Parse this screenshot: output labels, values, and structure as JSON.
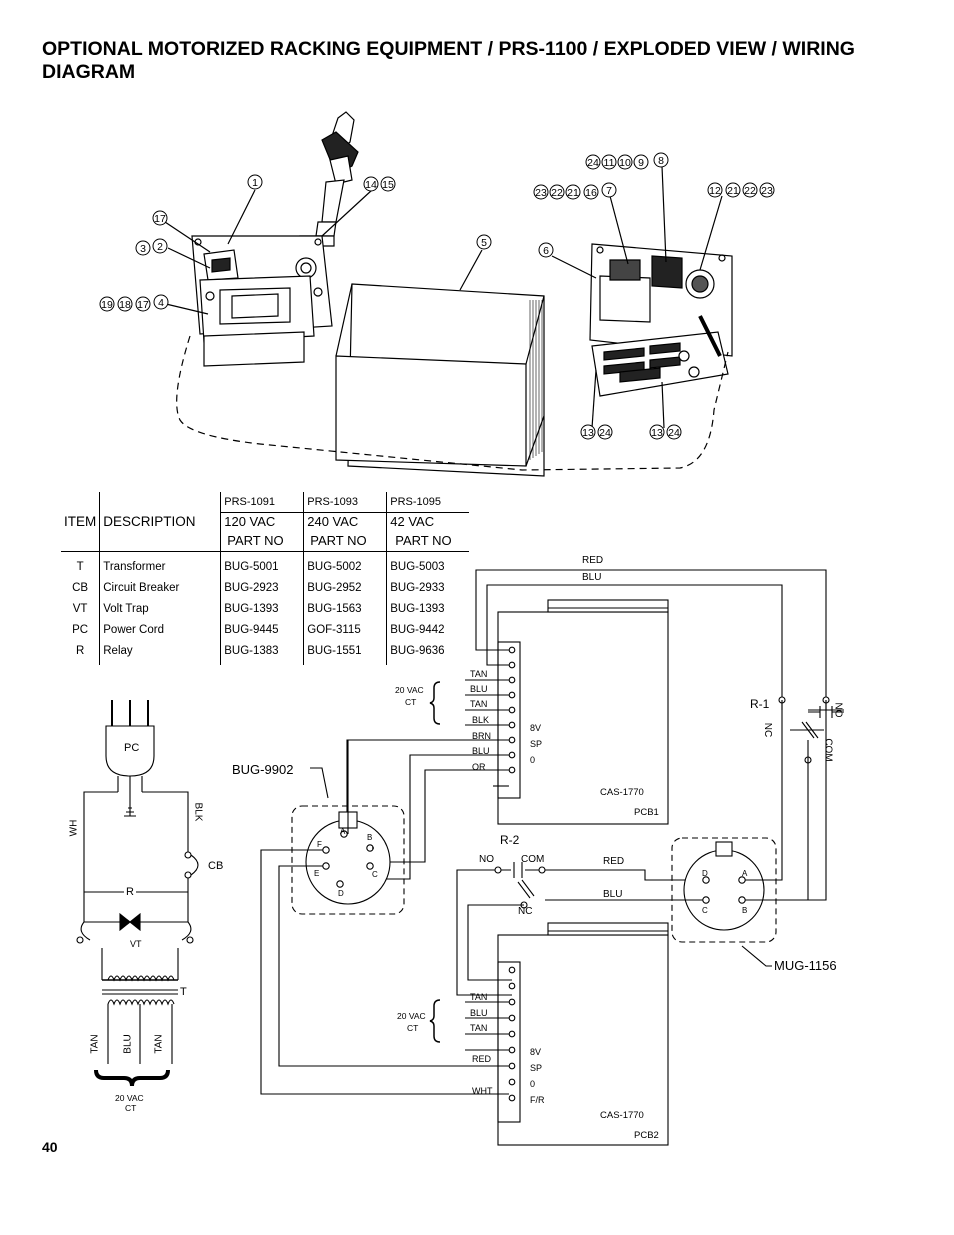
{
  "page": {
    "title": "OPTIONAL MOTORIZED RACKING EQUIPMENT / PRS-1100 / EXPLODED VIEW / WIRING DIAGRAM",
    "page_number": "40"
  },
  "exploded_view": {
    "callouts": [
      "1",
      "2",
      "3",
      "4",
      "5",
      "6",
      "7",
      "8",
      "9",
      "10",
      "11",
      "12",
      "13",
      "14",
      "15",
      "16",
      "17",
      "18",
      "19",
      "21",
      "22",
      "23",
      "24"
    ],
    "callout_groups": [
      "24 11 10 9 8",
      "23 22 21 16 7",
      "12 21 22 23",
      "14 15",
      "1",
      "17",
      "3 2",
      "19 18 17 4",
      "5",
      "6",
      "13 24",
      "13 24"
    ]
  },
  "parts_table": {
    "col_item": "ITEM",
    "col_desc": "DESCRIPTION",
    "models": [
      {
        "model": "PRS-1091",
        "voltage": "120 VAC",
        "part_label": "PART  NO"
      },
      {
        "model": "PRS-1093",
        "voltage": "240 VAC",
        "part_label": "PART  NO"
      },
      {
        "model": "PRS-1095",
        "voltage": "42 VAC",
        "part_label": "PART  NO"
      }
    ],
    "rows": [
      {
        "item": "T",
        "desc": "Transformer",
        "parts": [
          "BUG-5001",
          "BUG-5002",
          "BUG-5003"
        ]
      },
      {
        "item": "CB",
        "desc": "Circuit Breaker",
        "parts": [
          "BUG-2923",
          "BUG-2952",
          "BUG-2933"
        ]
      },
      {
        "item": "VT",
        "desc": "Volt Trap",
        "parts": [
          "BUG-1393",
          "BUG-1563",
          "BUG-1393"
        ]
      },
      {
        "item": "PC",
        "desc": "Power Cord",
        "parts": [
          "BUG-9445",
          "GOF-3115",
          "BUG-9442"
        ]
      },
      {
        "item": "R",
        "desc": "Relay",
        "parts": [
          "BUG-1383",
          "BUG-1551",
          "BUG-9636"
        ]
      }
    ]
  },
  "schematic": {
    "pc": "PC",
    "wh": "WH",
    "blk": "BLK",
    "cb": "CB",
    "r": "R",
    "vt": "VT",
    "t": "T",
    "tan": "TAN",
    "blu": "BLU",
    "vac": "20 VAC",
    "ct": "CT"
  },
  "wiring": {
    "red": "RED",
    "blu": "BLU",
    "tan": "TAN",
    "blk": "BLK",
    "brn": "BRN",
    "or": "OR",
    "wht": "WHT",
    "vac": "20 VAC",
    "ct": "CT",
    "pcb_pins": [
      "8V",
      "SP",
      "0"
    ],
    "pcb2_pins": [
      "8V",
      "SP",
      "0",
      "F/R"
    ],
    "pcb_model": "CAS-1770",
    "pcb1": "PCB1",
    "pcb2": "PCB2",
    "connector1": "BUG-9902",
    "connector2": "MUG-1156",
    "conn1_pins": [
      "A",
      "B",
      "C",
      "D",
      "E",
      "F"
    ],
    "conn2_pins": [
      "A",
      "B",
      "C",
      "D"
    ],
    "r1": "R-1",
    "r2": "R-2",
    "no": "NO",
    "nc": "NC",
    "com": "COM"
  }
}
